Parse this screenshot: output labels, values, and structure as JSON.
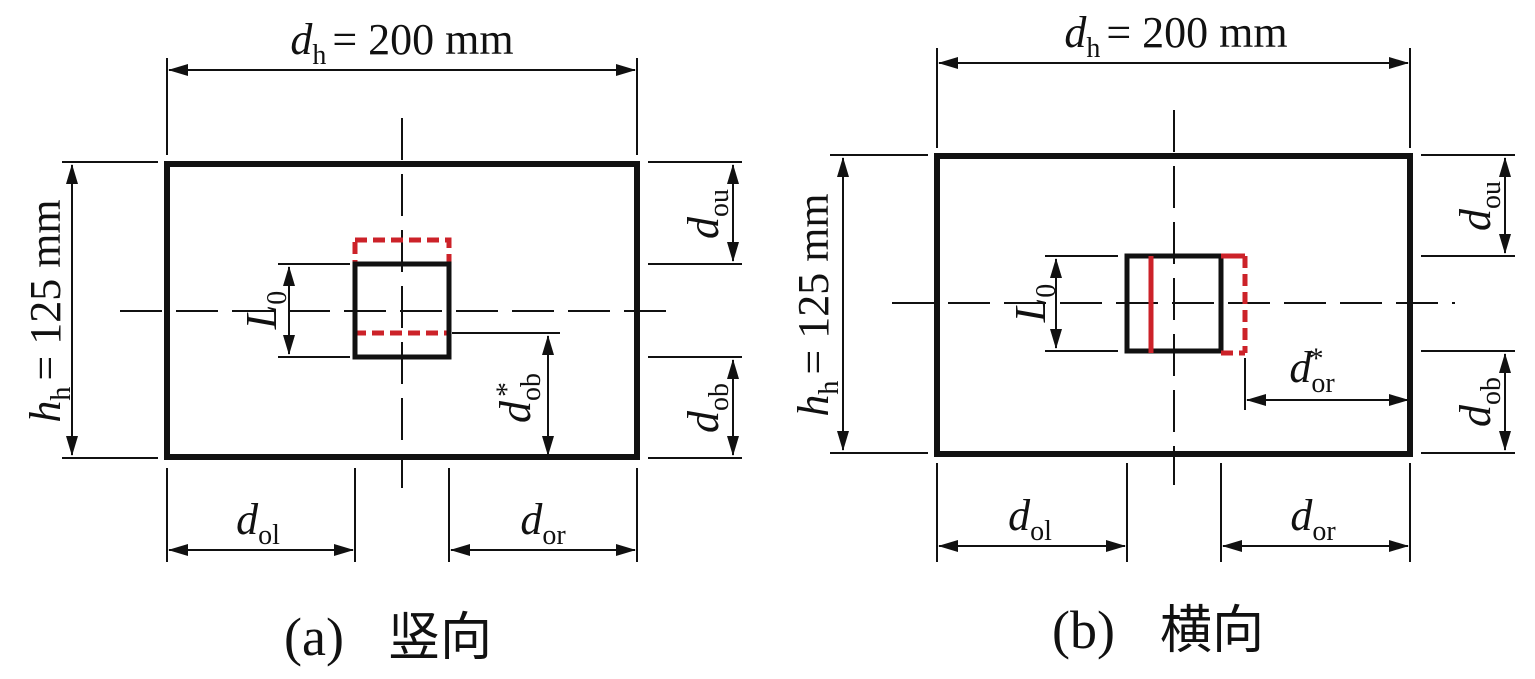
{
  "colors": {
    "line": "#111111",
    "highlight": "#cc2229",
    "background": "#ffffff"
  },
  "panel_a": {
    "dh_sym": "d",
    "dh_sub": "h",
    "dh_val": "= 200 mm",
    "hh_sym": "h",
    "hh_sub": "h",
    "hh_val": "= 125 mm",
    "L0_sym": "L",
    "L0_sub": "0",
    "dou_sym": "d",
    "dou_sub": "ou",
    "dob_sym": "d",
    "dob_sub": "ob",
    "dobs_sym": "d",
    "dobs_sub": "ob",
    "dobs_star": "*",
    "dol_sym": "d",
    "dol_sub": "ol",
    "dor_sym": "d",
    "dor_sub": "or",
    "caption_prefix": "(a)",
    "caption_text": "竖向"
  },
  "panel_b": {
    "dh_sym": "d",
    "dh_sub": "h",
    "dh_val": "= 200 mm",
    "hh_sym": "h",
    "hh_sub": "h",
    "hh_val": "= 125 mm",
    "L0_sym": "L",
    "L0_sub": "0",
    "dou_sym": "d",
    "dou_sub": "ou",
    "dob_sym": "d",
    "dob_sub": "ob",
    "dors_sym": "d",
    "dors_sub": "or",
    "dors_star": "*",
    "dol_sym": "d",
    "dol_sub": "ol",
    "dor_sym": "d",
    "dor_sub": "or",
    "caption_prefix": "(b)",
    "caption_text": "横向"
  }
}
